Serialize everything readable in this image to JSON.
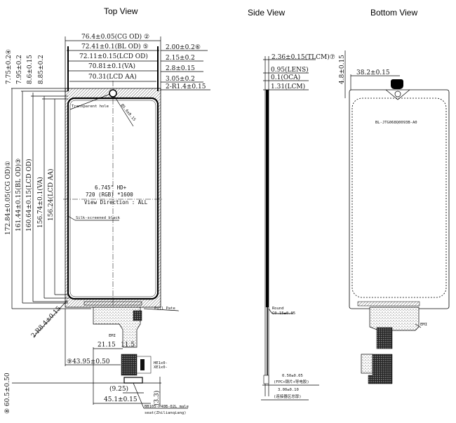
{
  "titles": {
    "top": "Top View",
    "side": "Side View",
    "bottom": "Bottom View"
  },
  "top_view": {
    "width_dims": [
      "76.4±0.05(CG OD) ②",
      "72.41±0.1(BL OD) ⑤",
      "72.11±0.15(LCD OD)",
      "70.81±0.1(VA)",
      "70.31(LCD AA)"
    ],
    "right_dims": [
      "2.00±0.2⑥",
      "2.15±0.2",
      "2.8±0.15",
      "3.05±0.2",
      "2-R1.4±0.15"
    ],
    "top_offsets": [
      "7.75±0.2④",
      "7.95±0.2",
      "8.6±0.15",
      "8.85±0.2"
    ],
    "height_dims": [
      "172.84±0.05(CG OD)①",
      "161.44±0.15(BL OD)③",
      "160.64±0.15(LCD OD)",
      "156.74±0.1(VA)",
      "156.24(LCD AA)"
    ],
    "hole_label": "Transparent hole",
    "hole_dim": "Ø5.6±0.15",
    "screen_size": "6.745\" HD+",
    "resolution": "720 (RGB) *1600",
    "view_direction": "View Direction : ALL",
    "silk_label": "Silk-screened black",
    "corner_radius": "2-R8.4±0.15",
    "fpc_length": "⑧ 60.5±0.50",
    "pull_tape": "Pull Pate",
    "emi": "EMI",
    "dim_21": "21.15",
    "dim_11": "11.5",
    "dim_43": "⑨43.95±0.50",
    "dim_925": "(9.25)",
    "dim_451": "45.1±0.15",
    "dim_33": "(3.3)",
    "comp_labels": [
      "HE1x0-",
      "XE1x0-"
    ],
    "connector_label_1": "BB105-P40B-02L male",
    "connector_label_2": "seat(Zhilianqiang)"
  },
  "side_view": {
    "dims": [
      "2.36±0.15(TLCM)⑦",
      "0.95(LENS)",
      "0.1(OCA)",
      "1.31(LCM)"
    ],
    "round_label": "Round",
    "round_dim": "C0.15±0.05",
    "fpc_thk": "0.50±0.05",
    "fpc_note": "(FPC+钢片+导电胶)",
    "conn_thk": "3.00±0.10",
    "conn_note": "(连接器区总厚)"
  },
  "bottom_view": {
    "dim_top": "4.8±0.15",
    "dim_hole": "38.2±0.15",
    "part_number": "BL-JTG068Q0093B-A0",
    "emi": "EMI"
  }
}
